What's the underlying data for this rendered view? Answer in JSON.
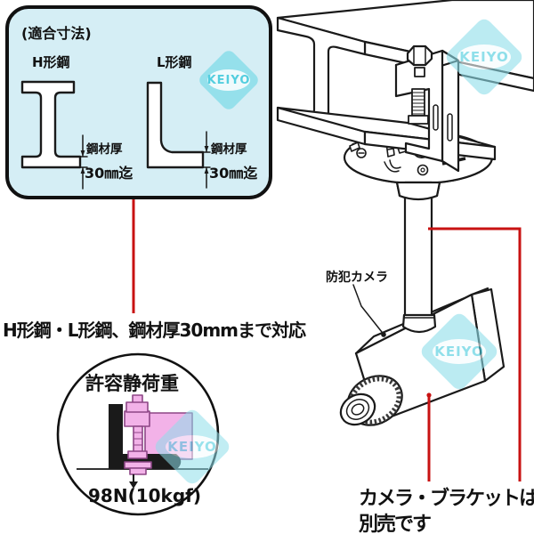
{
  "logo": {
    "text": "KEIYO"
  },
  "spec_box": {
    "title": "(適合寸法)",
    "h_label": "H形鋼",
    "l_label": "L形鋼",
    "thick_label": "鋼材厚",
    "thick_value": "30㎜迄"
  },
  "support_note": "H形鋼・L形鋼、鋼材厚30mmまで対応",
  "load_circle": {
    "title": "許容静荷重",
    "value": "98N(10kgf)"
  },
  "camera_label": "防犯カメラ",
  "sold_note": {
    "line1": "カメラ・ブラケットは",
    "line2": "別売です"
  },
  "colors": {
    "accent_red": "#c81212",
    "box_bg": "#d5eef5",
    "logo_cyan": "#45cbdd",
    "logo_diamond": "#8fdfeb",
    "clamp_pink": "#f2b2e8",
    "clamp_pink_outline": "#8d4686",
    "ink": "#1a1a1a"
  }
}
